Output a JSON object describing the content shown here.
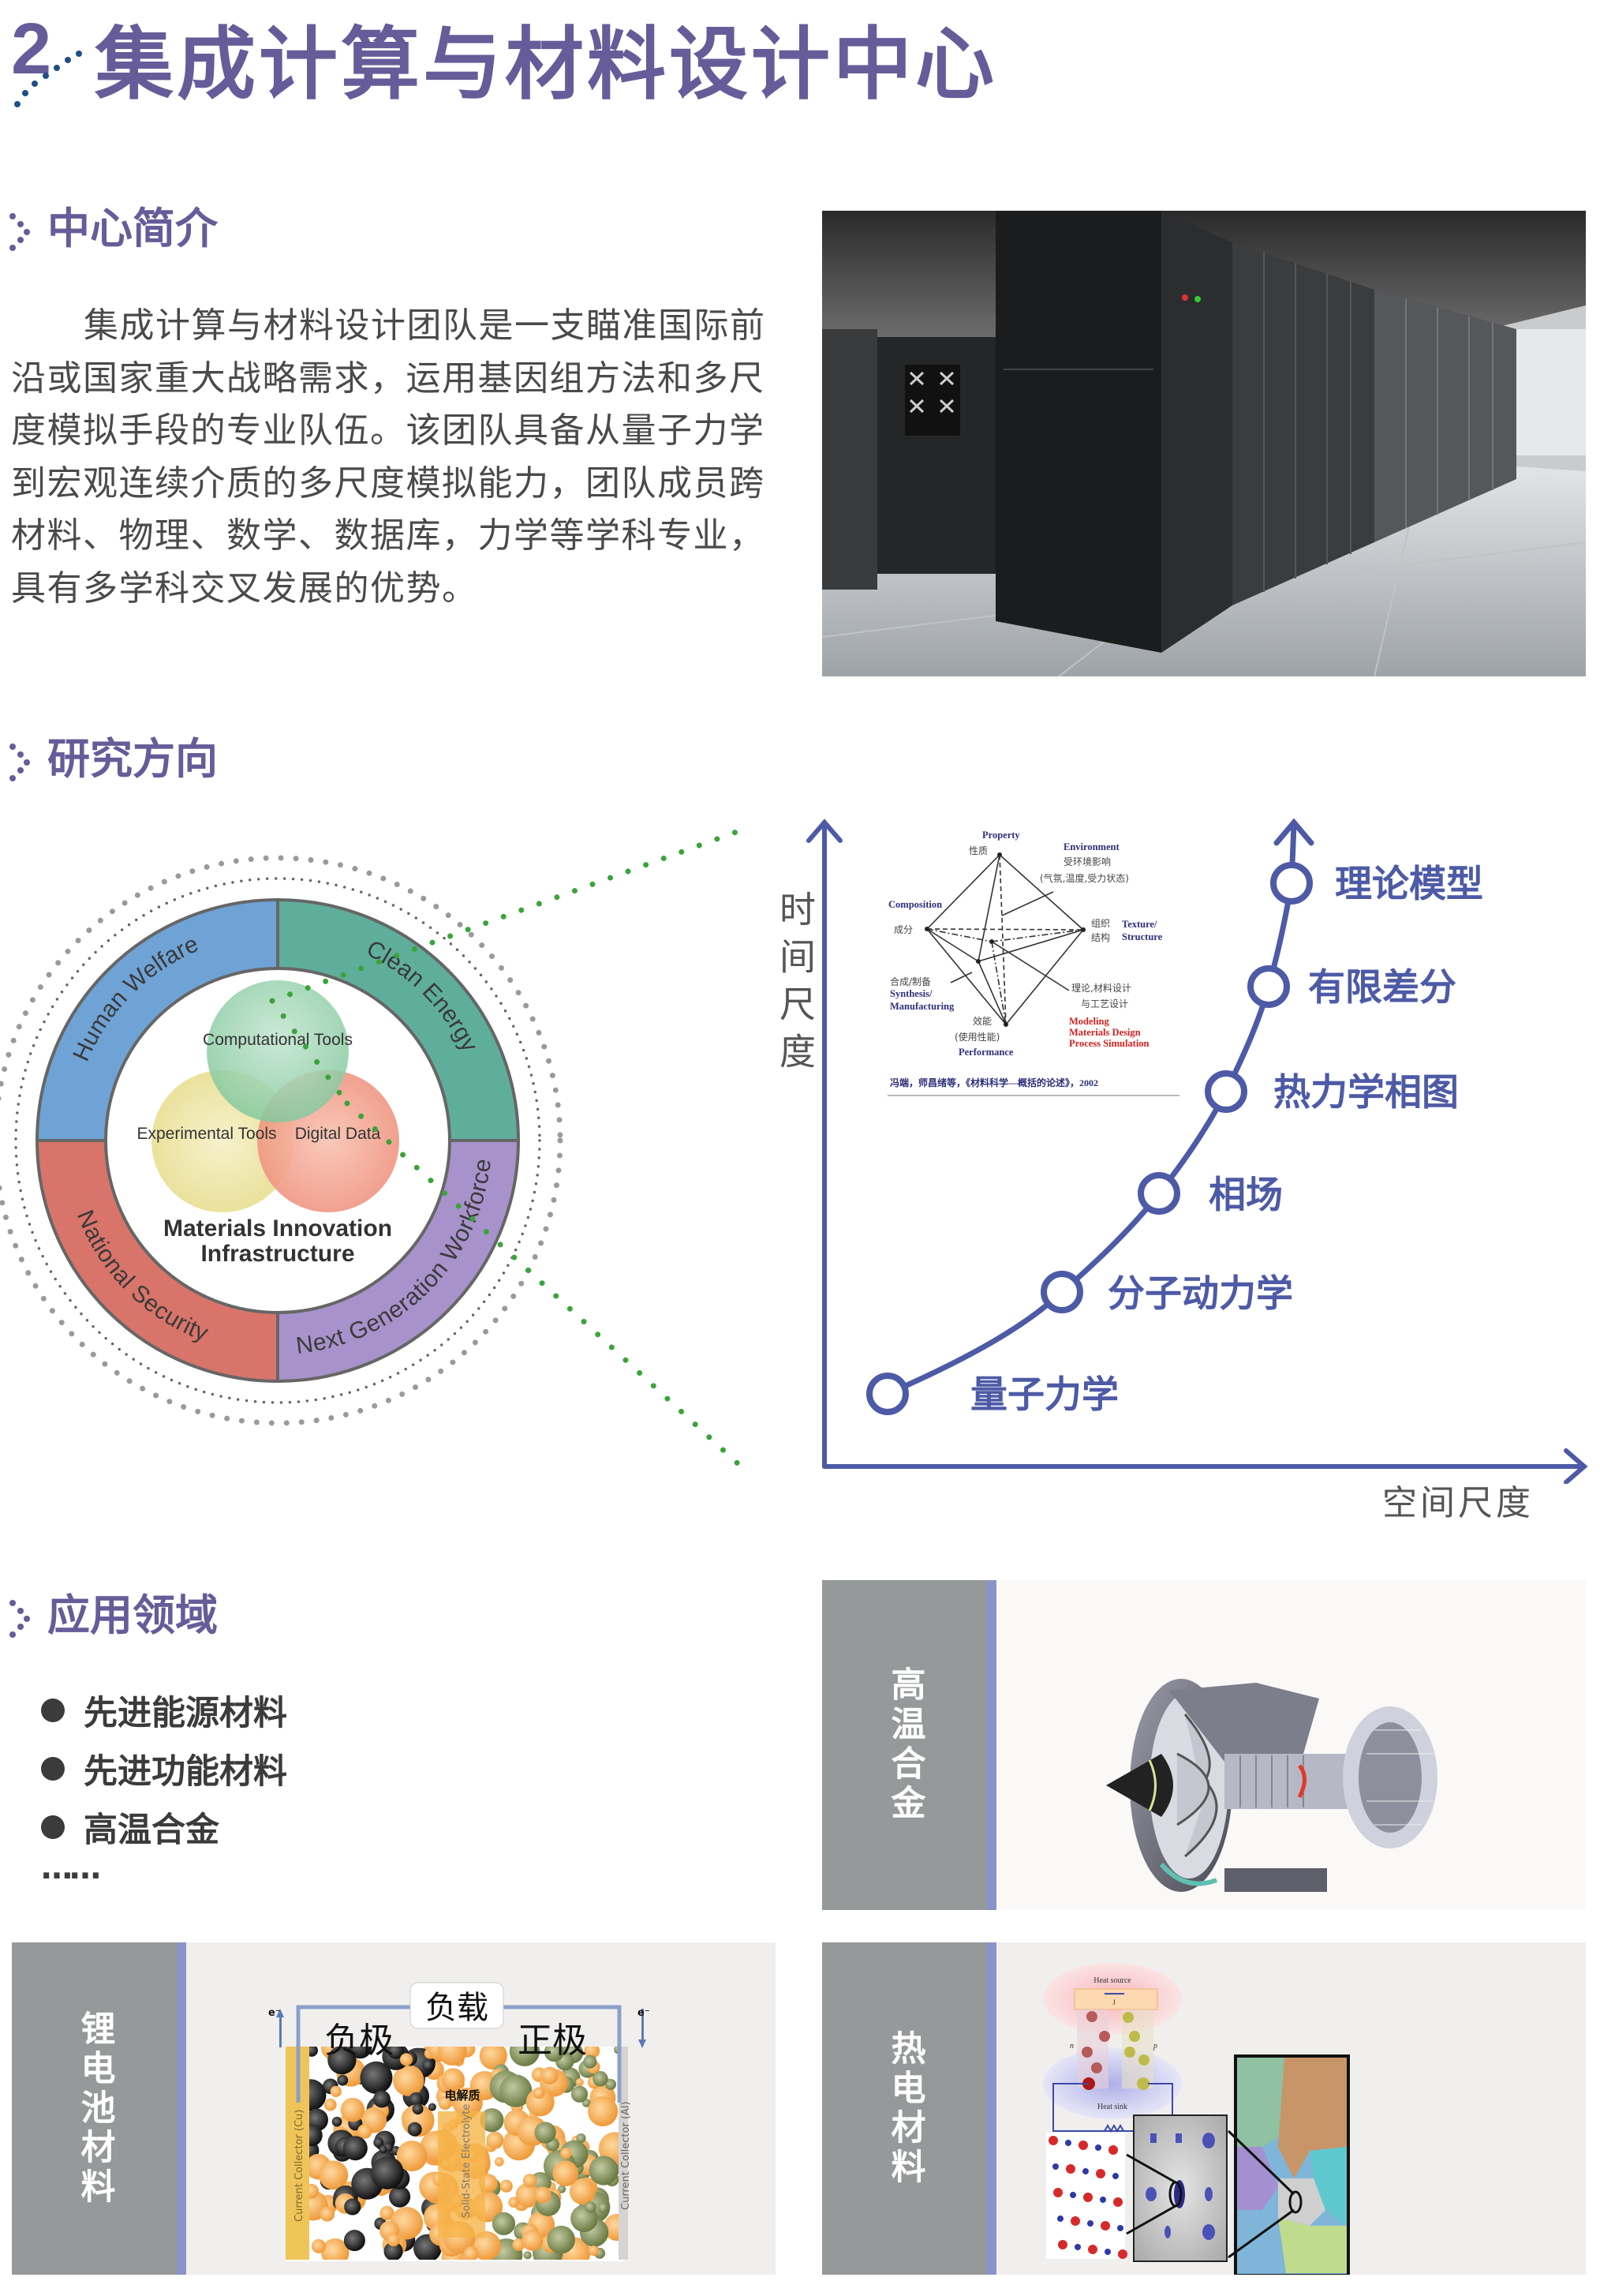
{
  "header": {
    "number": "2",
    "title": "集成计算与材料设计中心"
  },
  "intro": {
    "heading": "中心简介",
    "paragraph_lines": [
      "集成计算与材料设计团队是一支瞄准国际前",
      "沿或国家重大战略需求，运用基因组方法和多尺",
      "度模拟手段的专业队伍。该团队具备从量子力学",
      "到宏观连续介质的多尺度模拟能力，团队成员跨",
      "材料、物理、数学、数据库，力学等学科专业，",
      "具有多学科交叉发展的优势。"
    ]
  },
  "research": {
    "heading": "研究方向",
    "mii_diagram": {
      "quadrants": [
        "Human Welfare",
        "Clean Energy",
        "National Security",
        "Next Generation Workforce"
      ],
      "circles": [
        "Computational Tools",
        "Experimental Tools",
        "Digital Data"
      ],
      "center_line1": "Materials Innovation",
      "center_line2": "Infrastructure",
      "colors": {
        "human_welfare": "#6fa3d6",
        "clean_energy": "#5fae9c",
        "national_security": "#d9746a",
        "next_generation": "#a892cb"
      }
    },
    "tetrahedron": {
      "property_en": "Property",
      "property_cn": "性质",
      "environment_en": "Environment",
      "environment_cn1": "受环境影响",
      "environment_cn2": "(气氛,温度,受力状态)",
      "composition_en": "Composition",
      "composition_cn": "成分",
      "texture_cn1": "组织",
      "texture_cn2": "结构",
      "texture_en1": "Texture/",
      "texture_en2": "Structure",
      "synthesis_cn": "合成/制备",
      "synthesis_en1": "Synthesis/",
      "synthesis_en2": "Manufacturing",
      "performance_cn1": "效能",
      "performance_cn2": "(使用性能)",
      "performance_en": "Performance",
      "theory_cn1": "理论,材料设计",
      "theory_cn2": "与工艺设计",
      "modeling_en1": "Modeling",
      "modeling_en2": "Materials Design",
      "modeling_en3": "Process Simulation",
      "citation": "冯端，师昌绪等，《材料科学—概括的论述》，2002"
    },
    "scale_chart": {
      "y_axis_label": "时间尺度",
      "x_axis_label": "空间尺度",
      "stages": [
        "量子力学",
        "分子动力学",
        "相场",
        "热力学相图",
        "有限差分",
        "理论模型"
      ],
      "color": "#4d5aa6"
    }
  },
  "applications": {
    "heading": "应用领域",
    "items": [
      "先进能源材料",
      "先进功能材料",
      "高温合金"
    ],
    "more": "……",
    "panels": {
      "superalloy": {
        "label": "高温合金"
      },
      "battery": {
        "label": "锂电池材料",
        "load": "负载",
        "anode": "负极",
        "cathode": "正极",
        "electrolyte": "电解质",
        "collector_cu": "Current Collector (Cu)",
        "collector_al": "Current Collector (Al)",
        "solid_state": "Solid-State Electrolyte",
        "electron": "e⁻"
      },
      "thermoelectric": {
        "label": "热电材料",
        "heat_source": "Heat source",
        "heat_sink": "Heat sink",
        "current": "J",
        "n": "n",
        "p": "p"
      }
    }
  }
}
